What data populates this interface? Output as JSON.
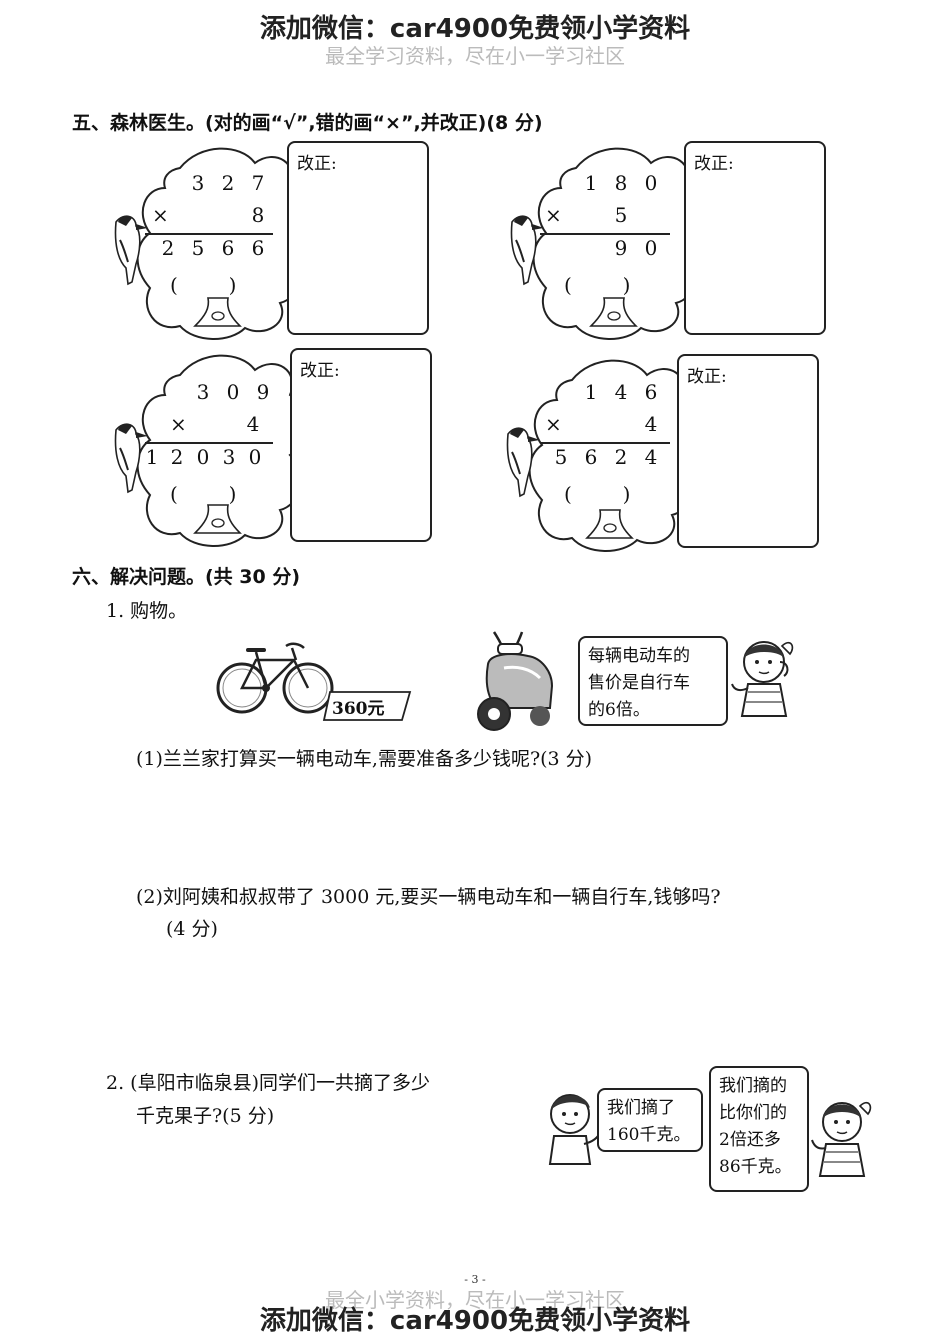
{
  "watermark_top": "添加微信：car4900免费领小学资料",
  "watermark_top_faint": "最全学习资料，尽在小一学习社区",
  "watermark_bottom": "添加微信：car4900免费领小学资料",
  "watermark_bottom_faint": "最全小学资料，尽在小一学习社区",
  "page_number": "- 3 -",
  "section5": {
    "heading": "五、森林医生。(对的画“√”,错的画“×”,并改正)(8 分)",
    "correction_label": "改正:",
    "problems": [
      {
        "top": [
          "3",
          "2",
          "7"
        ],
        "mult": "×",
        "mult_digit": "8",
        "result": [
          "2",
          "5",
          "6",
          "6"
        ],
        "answer_paren": "(        )"
      },
      {
        "top": [
          "1",
          "8",
          "0"
        ],
        "mult": "×",
        "mult_digit": "5",
        "result": [
          "9",
          "0"
        ],
        "answer_paren": "(        )"
      },
      {
        "top": [
          "3",
          "0",
          "9"
        ],
        "mult": "×",
        "mult_digit": "4",
        "result": [
          "1",
          "2",
          "0",
          "3",
          "0"
        ],
        "answer_paren": "(        )"
      },
      {
        "top": [
          "1",
          "4",
          "6"
        ],
        "mult": "×",
        "mult_digit": "4",
        "result": [
          "5",
          "6",
          "2",
          "4"
        ],
        "answer_paren": "(        )"
      }
    ]
  },
  "section6": {
    "heading": "六、解决问题。(共 30 分)",
    "q1": {
      "title": "1. 购物。",
      "price_tag": "360元",
      "bubble_lines": [
        "每辆电动车的",
        "售价是自行车",
        "的6倍。"
      ],
      "sub1": "(1)兰兰家打算买一辆电动车,需要准备多少钱呢?(3 分)",
      "sub2_line1": "(2)刘阿姨和叔叔带了 3000 元,要买一辆电动车和一辆自行车,钱够吗?",
      "sub2_line2": "(4 分)"
    },
    "q2": {
      "line1": "2. (阜阳市临泉县)同学们一共摘了多少",
      "line2": "千克果子?(5 分)",
      "bubble_boy": [
        "我们摘了",
        "160千克。"
      ],
      "bubble_girl": [
        "我们摘的",
        "比你们的",
        "2倍还多",
        "86千克。"
      ]
    }
  }
}
